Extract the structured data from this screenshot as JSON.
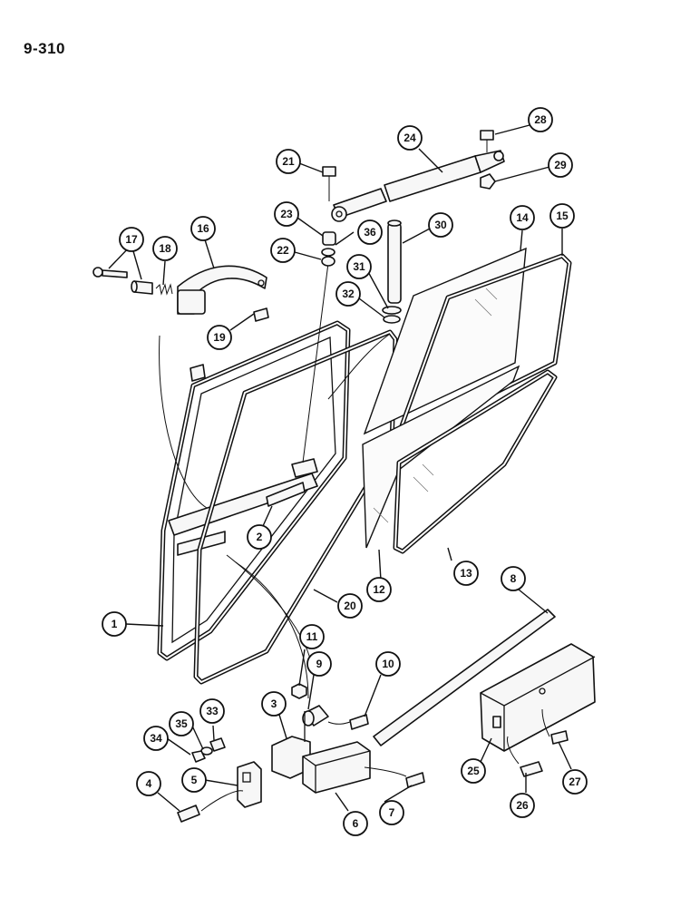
{
  "page": {
    "title": "9-310"
  },
  "callouts": [
    "1",
    "2",
    "3",
    "4",
    "5",
    "6",
    "7",
    "8",
    "9",
    "10",
    "11",
    "12",
    "13",
    "14",
    "15",
    "16",
    "17",
    "18",
    "19",
    "20",
    "21",
    "22",
    "23",
    "24",
    "25",
    "26",
    "27",
    "28",
    "29",
    "30",
    "31",
    "32",
    "33",
    "34",
    "35",
    "36"
  ]
}
